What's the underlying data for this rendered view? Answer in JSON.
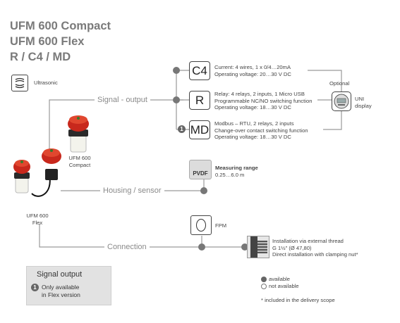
{
  "titles": [
    "UFM 600 Compact",
    "UFM 600 Flex",
    "R / C4 / MD"
  ],
  "principle": {
    "label": "Ultrasonic",
    "icon": "ultrasonic-icon"
  },
  "categories": {
    "signal_output": "Signal - output",
    "housing_sensor": "Housing / sensor",
    "connection": "Connection"
  },
  "devices": {
    "compact": [
      "UFM 600",
      "Compact"
    ],
    "flex": [
      "UFM 600",
      "Flex"
    ]
  },
  "outputs": [
    {
      "code": "C4",
      "lines": [
        "Current: 4 wires, 1 x 0/4…20mA",
        "Operating voltage: 20…30 V DC"
      ],
      "flex_only": false
    },
    {
      "code": "R",
      "lines": [
        "Relay: 4 relays, 2 inputs, 1 Micro USB",
        "Programmable NC/NO switching function",
        "Operating voltage: 18…30 V DC"
      ],
      "flex_only": false
    },
    {
      "code": "MD",
      "lines": [
        "Modbus – RTU, 2 relays, 2 inputs",
        "Change-over contact switching function",
        "Operating voltage: 18…30 V DC"
      ],
      "flex_only": true,
      "marker": "1"
    }
  ],
  "optional": {
    "label": "Optional",
    "display_lines": [
      "UNI",
      "display"
    ]
  },
  "housing": {
    "code": "PVDF",
    "title": "Measuring range",
    "value": "0.25…6.0 m"
  },
  "connection": {
    "code": "FPM",
    "thread_lines": [
      "Installation via external thread",
      "G 1½\" (Ø 47,80)",
      "Direct installation with clamping nut*"
    ]
  },
  "legend": {
    "title": "Signal output",
    "marker": "1",
    "lines": [
      "Only available",
      "in Flex version"
    ],
    "available": "available",
    "not_available": "not available",
    "footnote": "* included in the delivery scope"
  },
  "colors": {
    "cap_red": "#c8281c",
    "line_gray": "#9a9a9a",
    "title_gray": "#7a7a7a"
  }
}
